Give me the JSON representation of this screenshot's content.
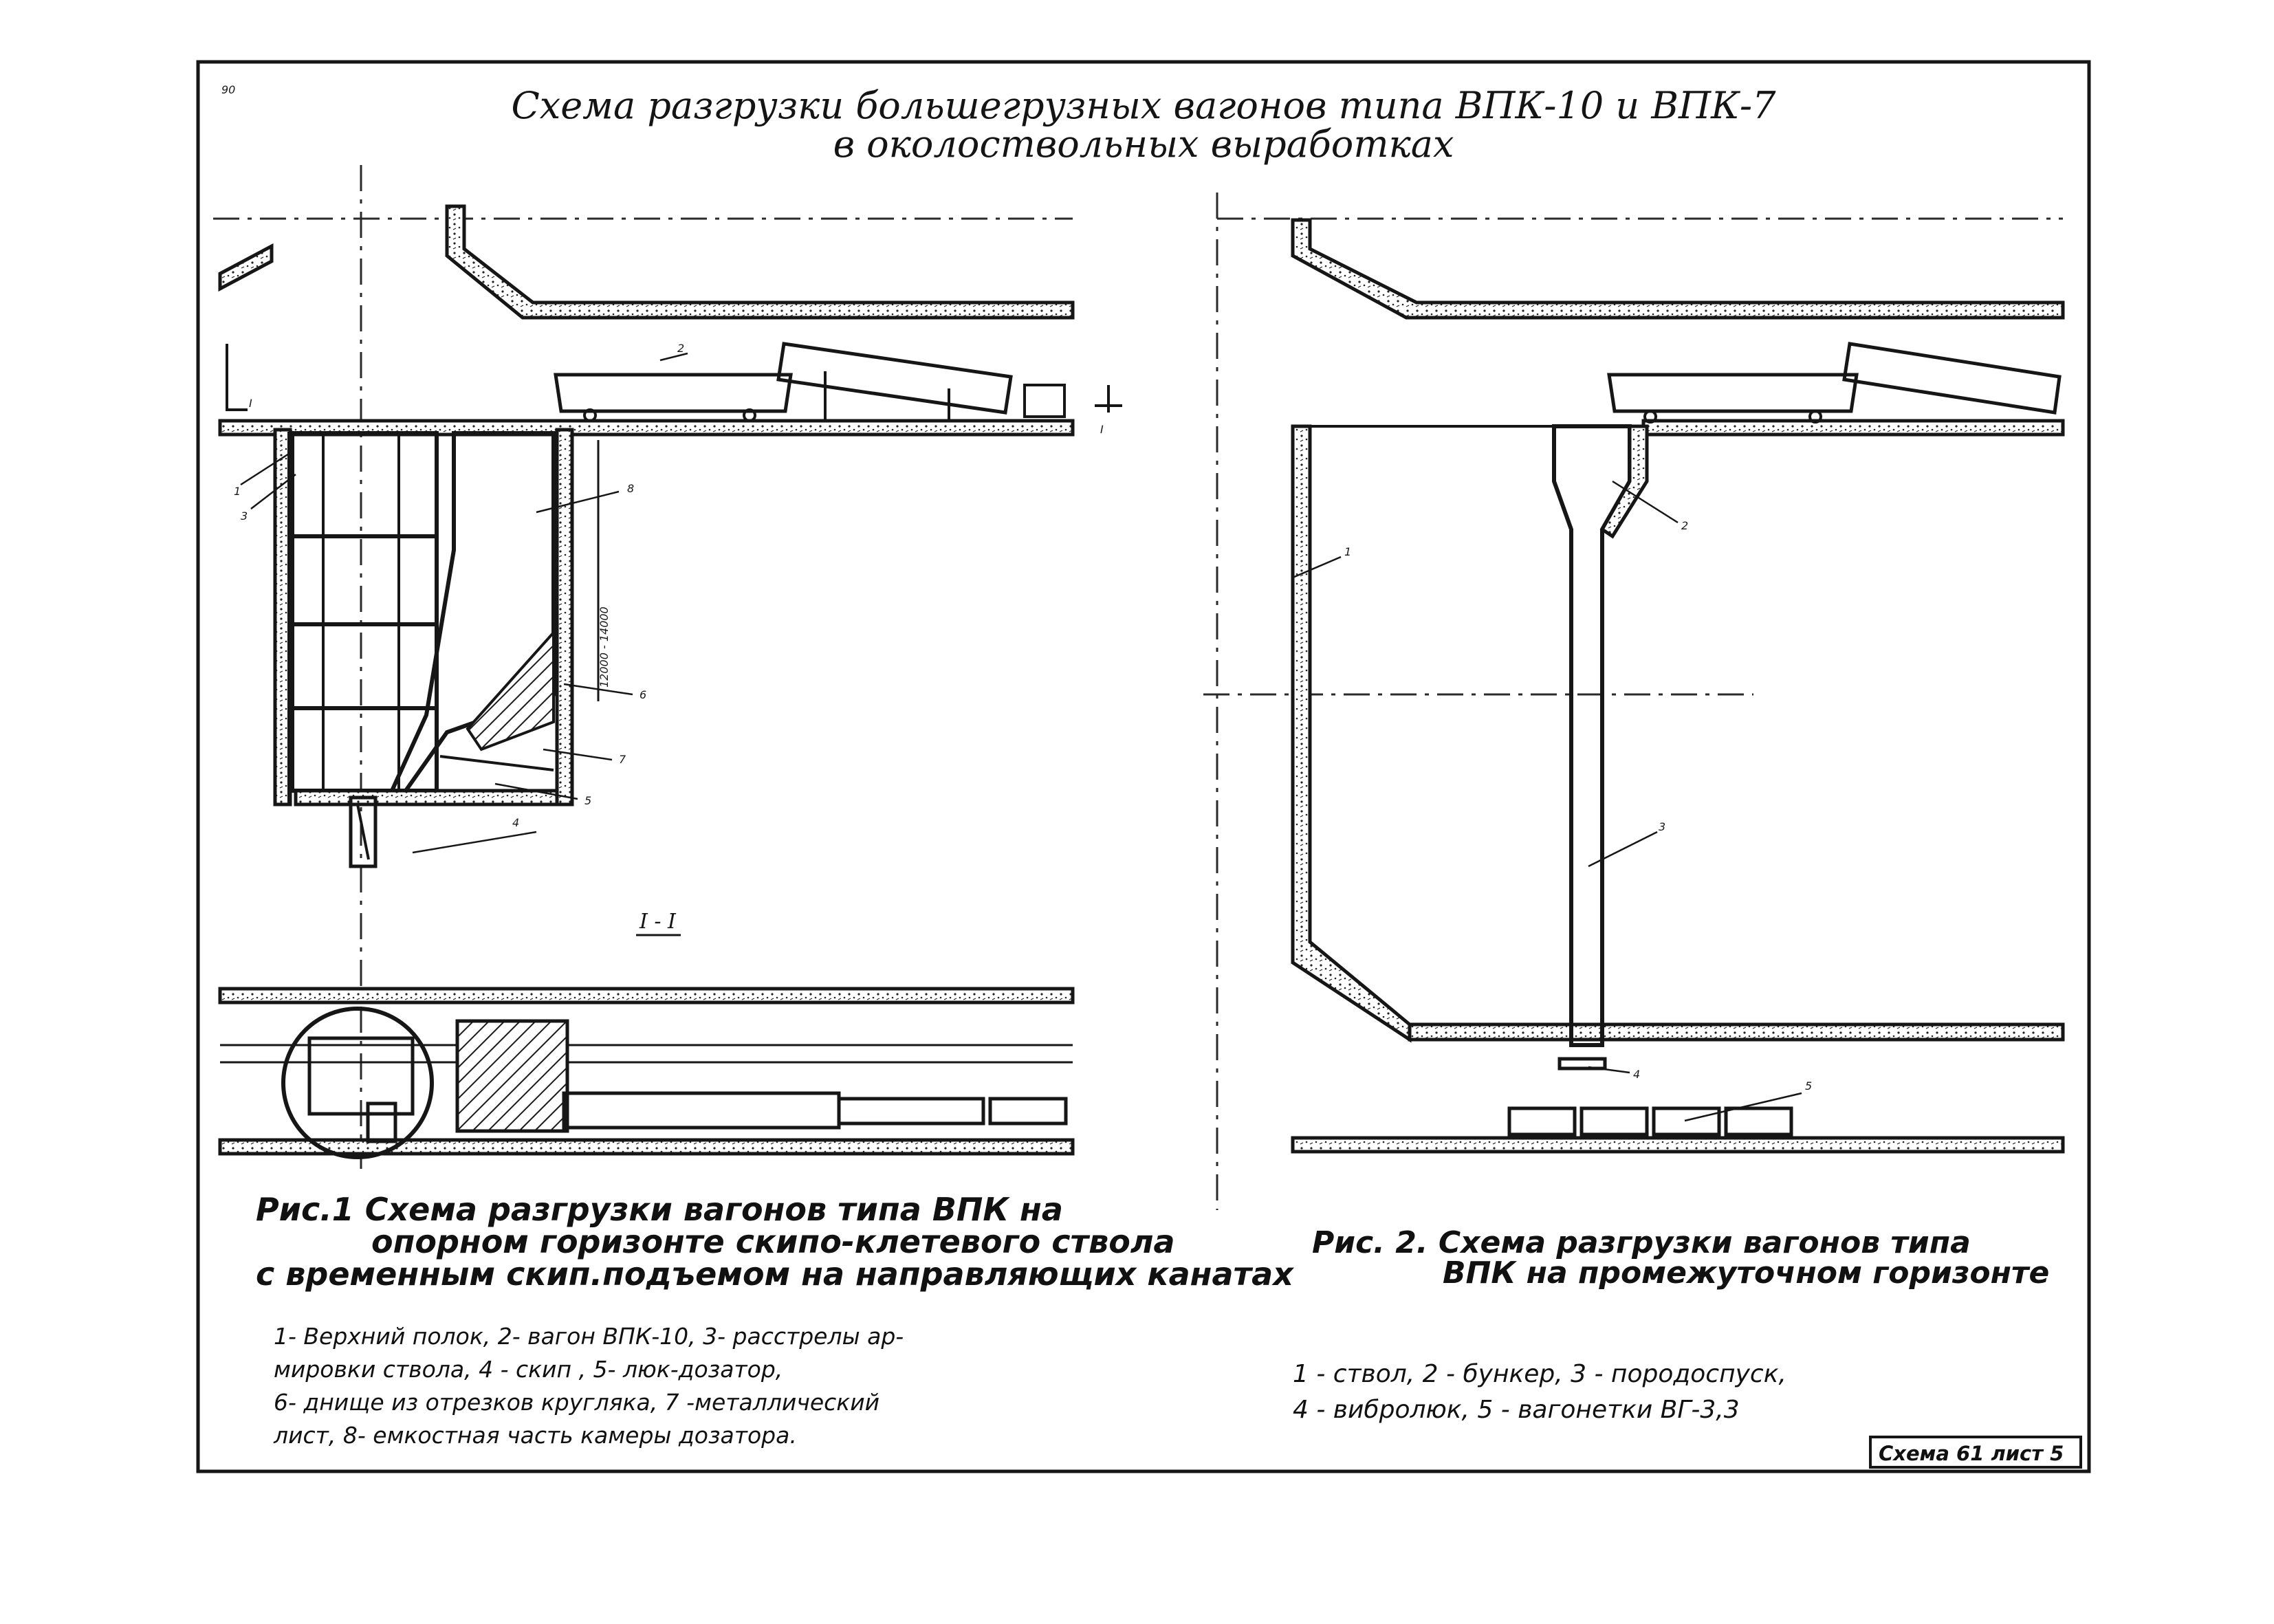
{
  "page_number": "90",
  "title": {
    "line1": "Схема разгрузки большегрузных вагонов типа ВПК-10 и ВПК-7",
    "line2": "в околоствольных выработках"
  },
  "fig1": {
    "caption_line1": "Рис.1  Схема разгрузки вагонов типа ВПК на",
    "caption_line2": "опорном горизонте скипо-клетевого ствола",
    "caption_line3": "с временным скип.подъемом на направляющих канатах",
    "section_label": "I - I",
    "dimension": "12000 - 14000",
    "section_marks": [
      "I",
      "I"
    ],
    "callouts": [
      "1",
      "2",
      "3",
      "4",
      "5",
      "6",
      "7",
      "8"
    ],
    "legend": [
      "1- Верхний полок,  2- вагон ВПК-10,  3- расстрелы ар-",
      "мировки ствола,        4 -  скип ,  5- люк-дозатор,",
      "6- днище из отрезков кругляка,  7 -металлический",
      "лист,  8- емкостная часть камеры дозатора."
    ]
  },
  "fig2": {
    "caption_line1": "Рис. 2.   Схема разгрузки вагонов типа",
    "caption_line2": "ВПК на промежуточном горизонте",
    "callouts": [
      "1",
      "2",
      "3",
      "4",
      "5"
    ],
    "legend": [
      "1 - ствол,   2 - бункер,   3 - породоспуск,",
      "4 -  вибролюк,  5 - вагонетки  ВГ-3,3"
    ]
  },
  "stamp": "Схема 61 лист 5",
  "colors": {
    "ink": "#161616",
    "paper": "#ffffff"
  }
}
